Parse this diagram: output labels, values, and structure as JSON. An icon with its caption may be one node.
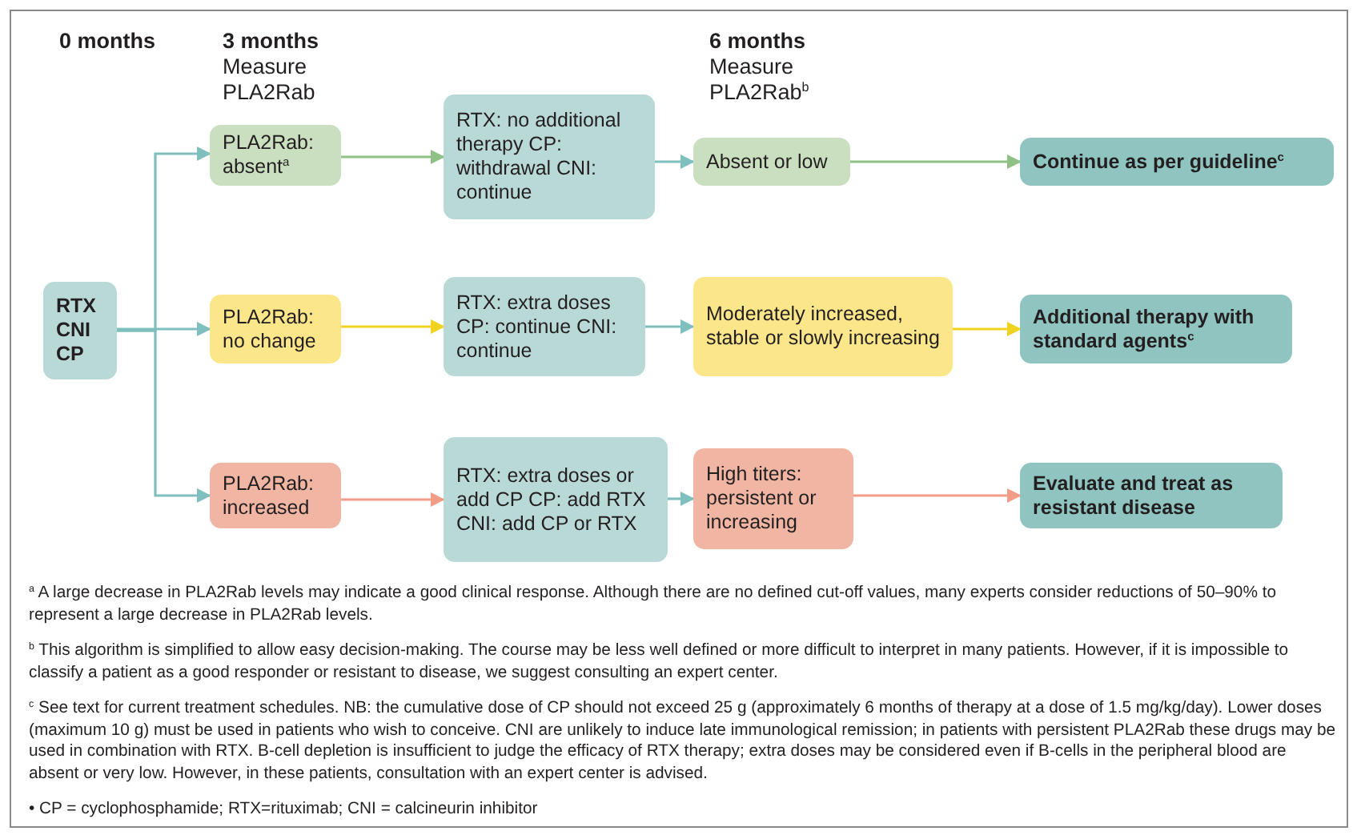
{
  "diagram": {
    "nodes": [
      {
        "text": [
          "RTX CNI CP"
        ]
      },
      {
        "text": [
          "PLA2Rab: absent$^{a}$"
        ]
      },
      {
        "text": [
          "RTX: no additional therapy CP: withdrawal CNI: continue"
        ]
      },
      {
        "text": [
          "Absent or low"
        ]
      },
      {
        "text": [
          "Continue as per guideline$^{c}$"
        ]
      },
      {
        "text": [
          "PLA2Rab: no change"
        ]
      },
      {
        "text": [
          "RTX: extra doses CP: continue CNI: continue"
        ]
      },
      {
        "text": [
          "Moderately increased, stable or slowly increasing"
        ]
      },
      {
        "text": [
          "Additional therapy with standard agents$^{c}$"
        ]
      },
      {
        "text": [
          "PLA2Rab: increased"
        ]
      },
      {
        "text": [
          "RTX: extra doses or add CP CP: add RTX CNI: add CP or RTX"
        ]
      },
      {
        "text": [
          "High titers: persistent or increasing"
        ]
      },
      {
        "text": [
          "Evaluate and treat as resistant disease"
        ]
      }
    ],
    "edges": [
      {
        "from": 0,
        "to": 1,
        "arrow": "to"
      },
      {
        "from": 0,
        "to": 5,
        "arrow": "to"
      },
      {
        "from": 0,
        "to": 9,
        "arrow": "to"
      },
      {
        "from": 1,
        "to": 2,
        "arrow": "to",
        "color": "#8fc186"
      },
      {
        "from": 2,
        "to": 3,
        "arrow": "to"
      },
      {
        "from": 3,
        "to": 4,
        "arrow": "to",
        "color": "#8fc186"
      },
      {
        "from": 5,
        "to": 6,
        "arrow": "to",
        "color": "#efd31e"
      },
      {
        "from": 6,
        "to": 7,
        "arrow": "to"
      },
      {
        "from": 7,
        "to": 8,
        "arrow": "to",
        "color": "#efd31e"
      },
      {
        "from": 9,
        "to": 10,
        "arrow": "to",
        "color": "#f09c86"
      },
      {
        "from": 10,
        "to": 11,
        "arrow": "to"
      },
      {
        "from": 11,
        "to": 12,
        "arrow": "to",
        "color": "#f09c86"
      }
    ],
    "labels": [
      "0 months",
      "3 months",
      "Measure PLA2Rab",
      "6 months",
      "Measure PLA2Rab$^{b}$",
      "$^{a}$ A large decrease in PLA2Rab levels may indicate a good clinical response. Although there are no defined cut-off values, many experts consider reductions of 50–90% to represent a large decrease in PLA2Rab levels.",
      "$^{b}$ This algorithm is simplified to allow easy decision-making. The course may be less well defined or more difficult to interpret in many patients. However, if it is impossible to classify a patient as a good responder or resistant to disease, we suggest consulting an expert center.",
      "$^{c}$ See text for current treatment schedules. NB: the cumulative dose of CP should not exceed 25 g (approximately 6 months of therapy at a dose of 1.5 mg/kg/day). Lower doses (maximum 10 g) must be used in patients who wish to conceive. CNI are unlikely to induce late immunological remission; in patients with persistent PLA2Rab these drugs may be used in combination with RTX. B-cell depletion is insufficient to judge the efficacy of RTX therapy; extra doses may be considered even if B-cells in the peripheral blood are absent or very low. However, in these patients, consultation with an expert center is advised.",
      "• CP = cyclophosphamide; RTX=rituximab; CNI = calcineurin inhibitor"
    ]
  }
}
